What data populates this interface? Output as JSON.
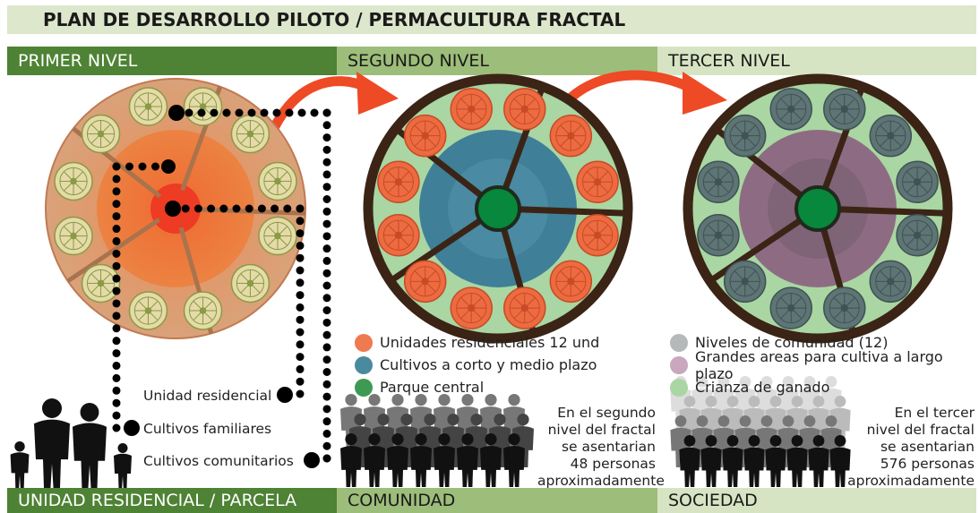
{
  "title": "PLAN DE DESARROLLO PILOTO / PERMACULTURA FRACTAL",
  "levels": [
    {
      "label": "PRIMER NIVEL",
      "bottom": "UNIDAD RESIDENCIAL / PARCELA"
    },
    {
      "label": "SEGUNDO NIVEL",
      "bottom": "COMUNIDAD"
    },
    {
      "label": "TERCER NIVEL",
      "bottom": "SOCIEDAD"
    }
  ],
  "level1_labels": {
    "residential": "Unidad residencial",
    "family_crops": "Cultivos familiares",
    "community_crops": "Cultivos comunitarios"
  },
  "legend2": [
    {
      "label": "Unidades residenciales 12 und",
      "color": "#ef7a50"
    },
    {
      "label": "Cultivos a corto y medio plazo",
      "color": "#4a8a9f"
    },
    {
      "label": "Parque central",
      "color": "#3e9a52"
    }
  ],
  "legend3": [
    {
      "label": "Niveles de comunidad (12)",
      "color": "#b6b9b9"
    },
    {
      "label": "Grandes areas para cultiva a largo plazo",
      "color": "#c9a7bd"
    },
    {
      "label": "Crianza de ganado",
      "color": "#a9d6a2"
    }
  ],
  "note2": [
    "En el segundo",
    "nivel del fractal",
    "se asentarian",
    "48 personas",
    "aproximadamente"
  ],
  "note3": [
    "En el tercer",
    "nivel del fractal",
    "se asentarian",
    "576 personas",
    "aproximadamente"
  ],
  "colors": {
    "dark_green": "#4e8234",
    "mid_green": "#9dbd7a",
    "light_green": "#d7e4c3",
    "arrow": "#ee4a25",
    "ring_outline": "#3b2415"
  }
}
